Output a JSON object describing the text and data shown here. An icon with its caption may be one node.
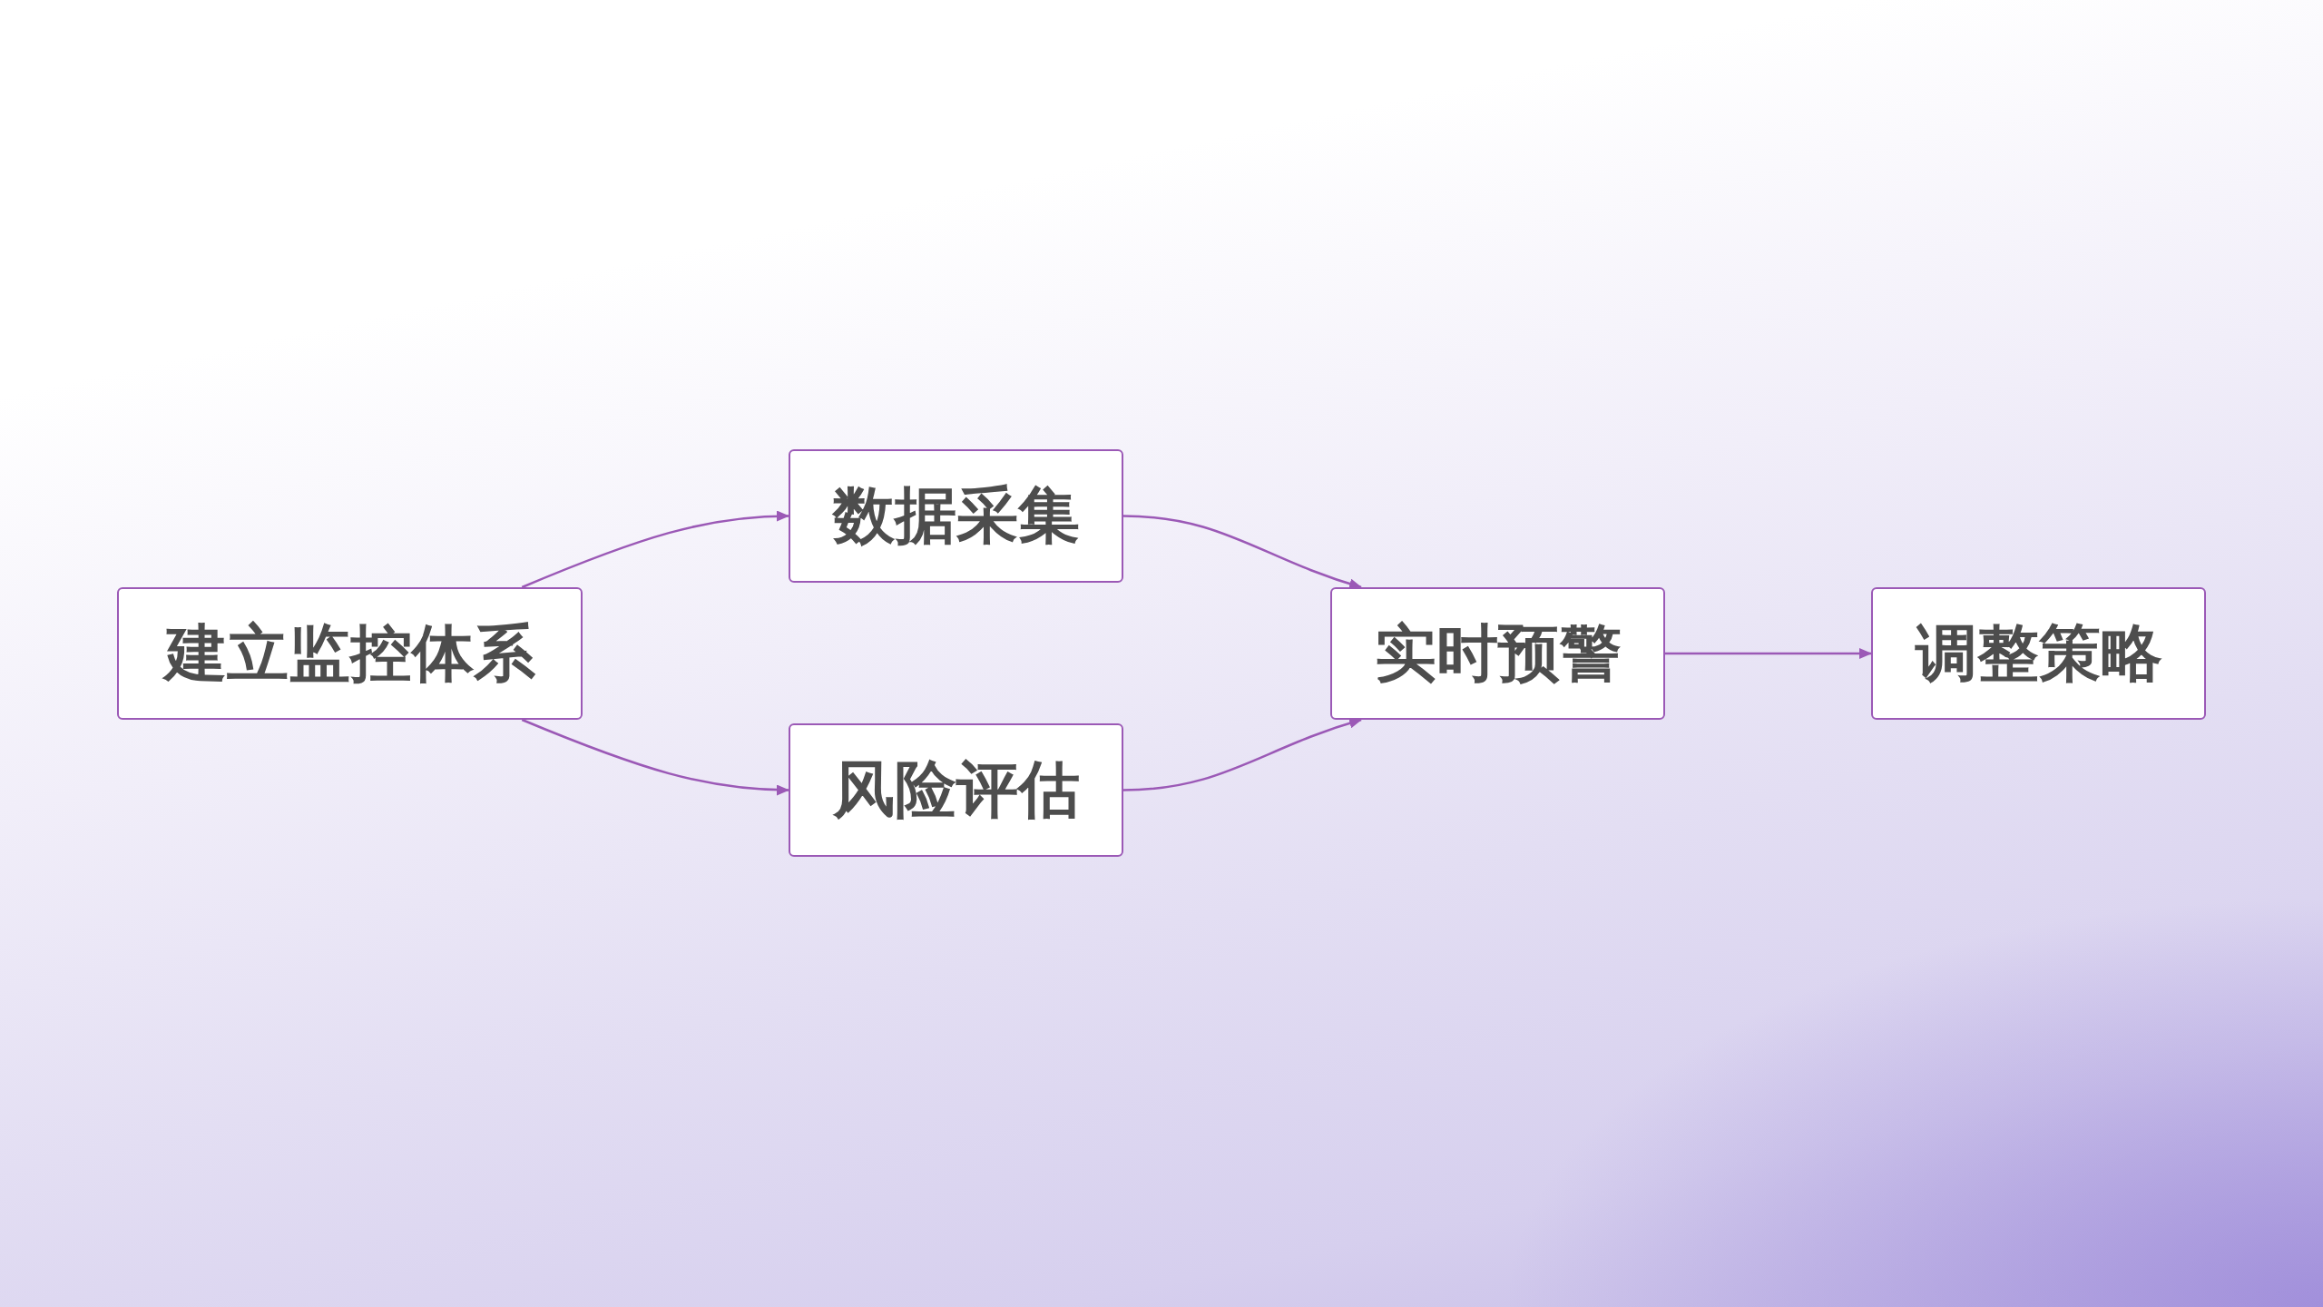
{
  "diagram": {
    "nodes": [
      {
        "text": [
          "建立监控体系"
        ]
      },
      {
        "text": [
          "数据采集"
        ]
      },
      {
        "text": [
          "风险评估"
        ]
      },
      {
        "text": [
          "实时预警"
        ]
      },
      {
        "text": [
          "调整策略"
        ]
      }
    ],
    "edges": [
      {
        "from": 0,
        "to": 1,
        "arrow": "to"
      },
      {
        "from": 0,
        "to": 2,
        "arrow": "to"
      },
      {
        "from": 1,
        "to": 3,
        "arrow": "to"
      },
      {
        "from": 2,
        "to": 3,
        "arrow": "to"
      },
      {
        "from": 3,
        "to": 4,
        "arrow": "to"
      }
    ]
  }
}
